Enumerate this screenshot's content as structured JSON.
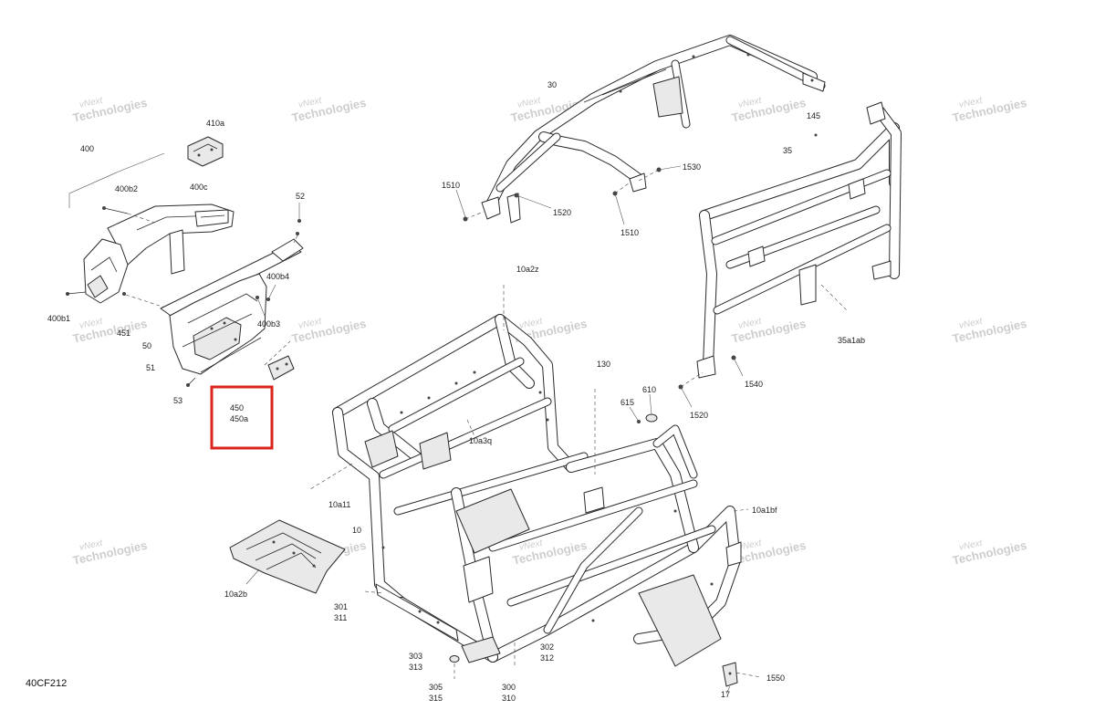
{
  "diagram_code": "40CF212",
  "watermark": {
    "line1": "vNext",
    "line2": "Technologies"
  },
  "highlight": {
    "label_1": "450",
    "label_2": "450a",
    "color": "#d9251c"
  },
  "callouts": {
    "c400": "400",
    "c410a": "410a",
    "c400b2": "400b2",
    "c400c": "400c",
    "c52": "52",
    "c400b4": "400b4",
    "c400b1": "400b1",
    "c451": "451",
    "c400b3": "400b3",
    "c50": "50",
    "c51": "51",
    "c53": "53",
    "c30": "30",
    "c145": "145",
    "c35": "35",
    "c1530": "1530",
    "c1510a": "1510",
    "c1520a": "1520",
    "c1510b": "1510",
    "c10a2z": "10a2z",
    "c35a1ab": "35a1ab",
    "c130": "130",
    "c1540": "1540",
    "c610": "610",
    "c615": "615",
    "c1520b": "1520",
    "c10a3q": "10a3q",
    "c10a11": "10a11",
    "c10a1bf": "10a1bf",
    "c10": "10",
    "c10a2b": "10a2b",
    "c301": "301",
    "c311": "311",
    "c303": "303",
    "c313": "313",
    "c302": "302",
    "c312": "312",
    "c305": "305",
    "c315": "315",
    "c300": "300",
    "c310": "310",
    "c17": "17",
    "c1550": "1550"
  }
}
